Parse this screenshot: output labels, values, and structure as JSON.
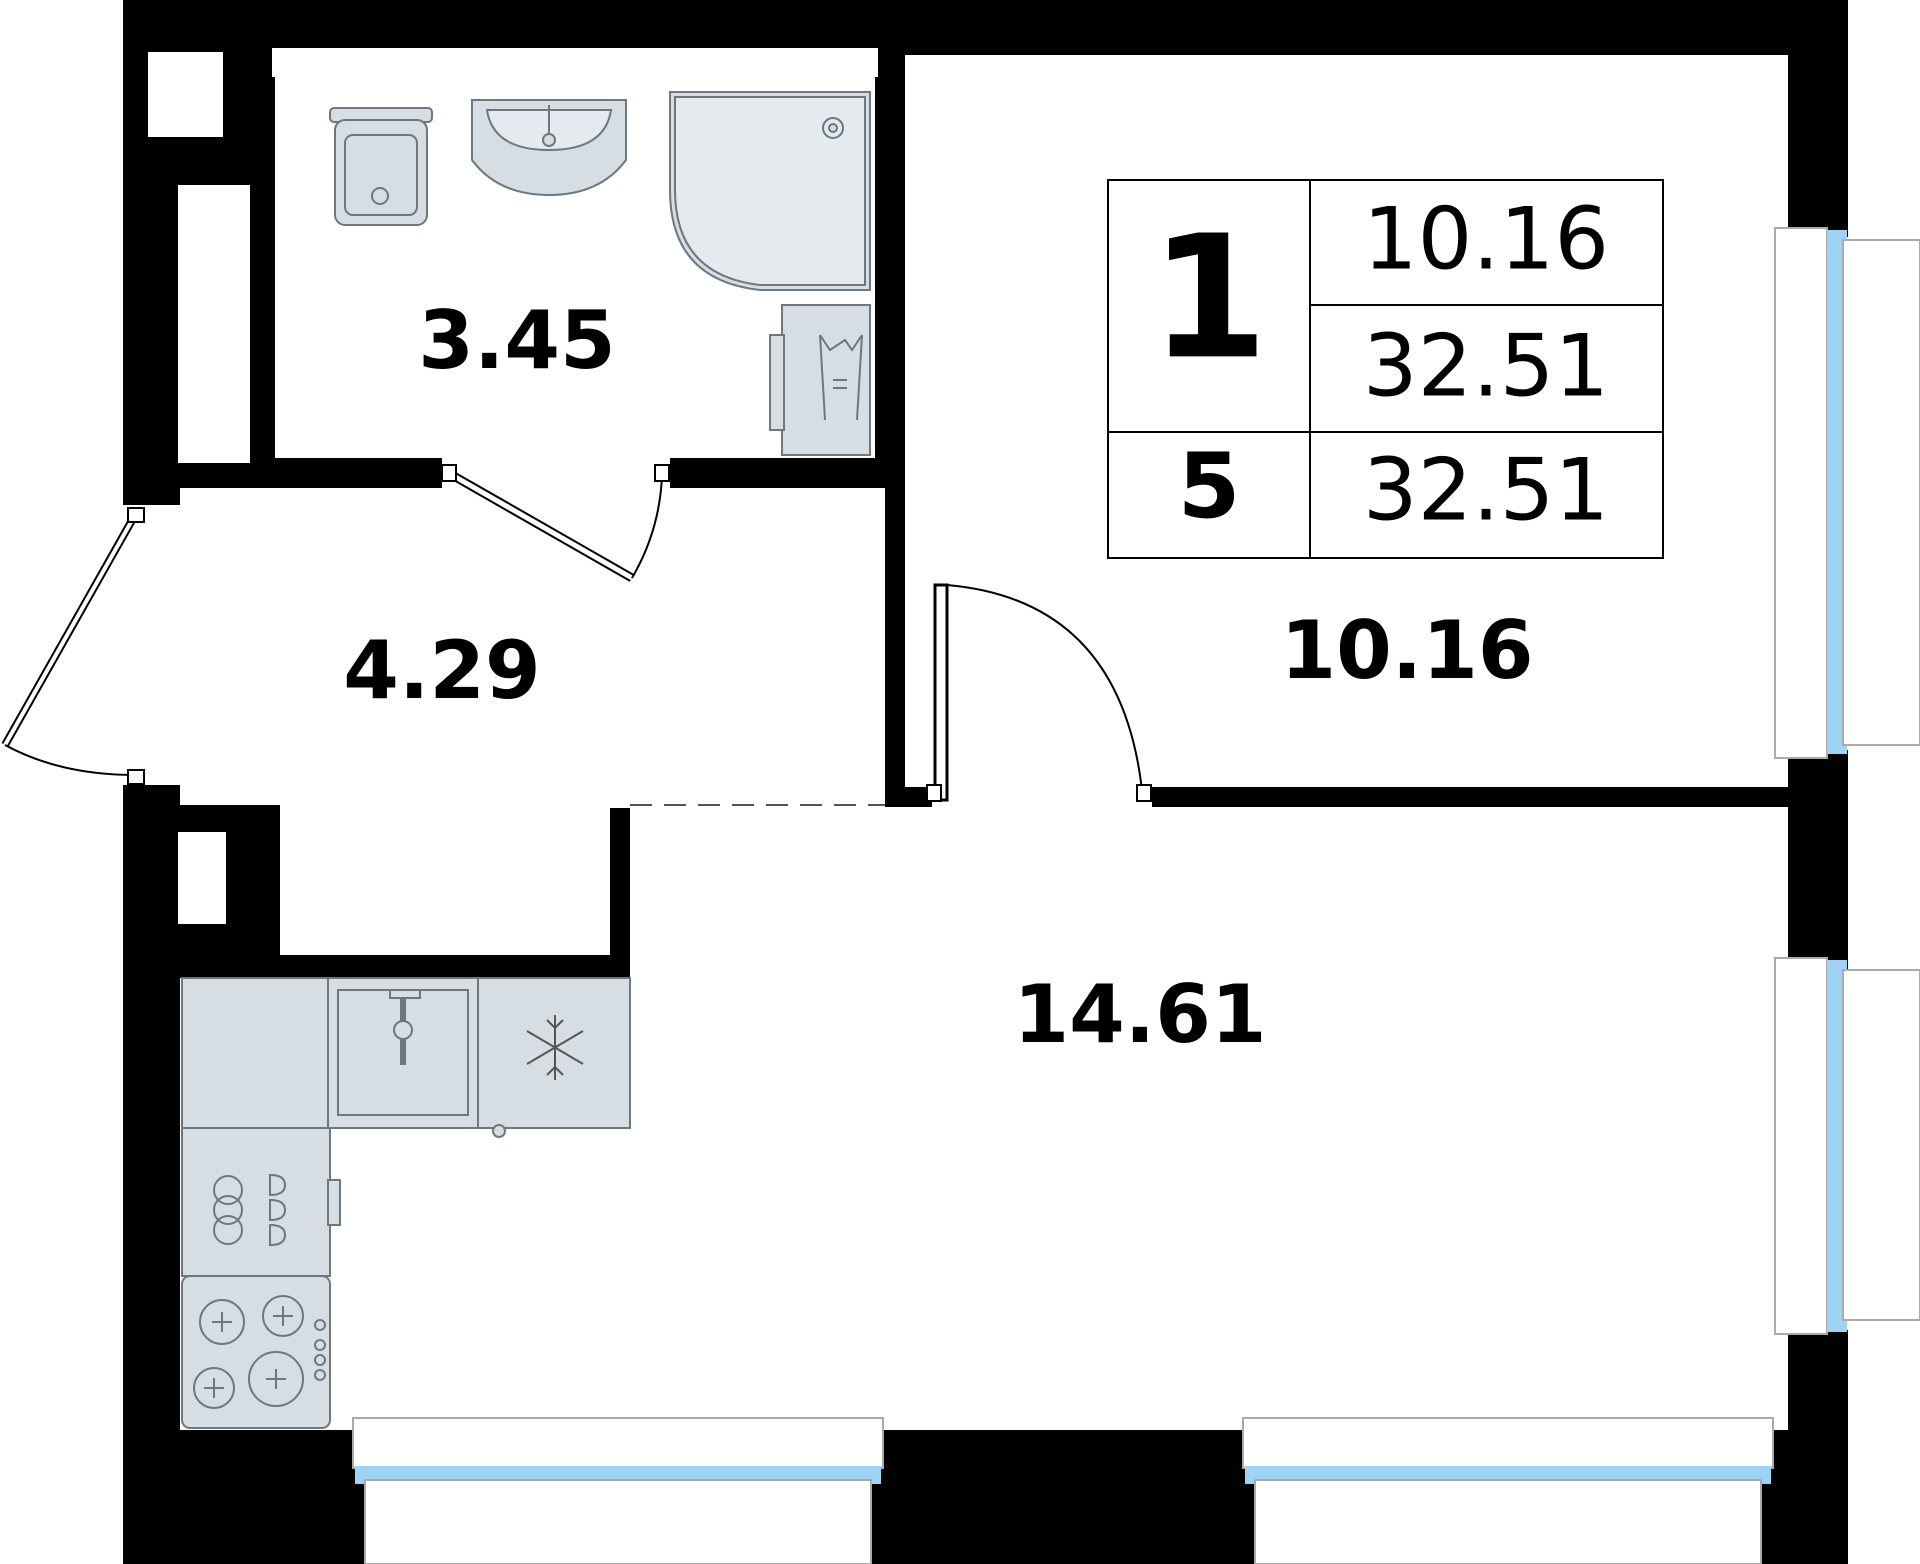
{
  "rooms": {
    "bathroom_area": "3.45",
    "hallway_area": "4.29",
    "bedroom_area": "10.16",
    "kitchen_living_area": "14.61"
  },
  "info_table": {
    "rooms_count": "1",
    "living_area": "10.16",
    "total_area": "32.51",
    "floor": "5",
    "total_area_2": "32.51"
  },
  "colors": {
    "wall": "#000000",
    "fixture_fill": "#d6dee3",
    "fixture_stroke": "#6d7780",
    "window_glass": "#9fd3f5"
  },
  "icons": [
    "toilet-icon",
    "washbasin-icon",
    "shower-icon",
    "washing-machine-icon",
    "sink-icon",
    "fridge-icon",
    "oven-icon",
    "cooktop-icon"
  ]
}
